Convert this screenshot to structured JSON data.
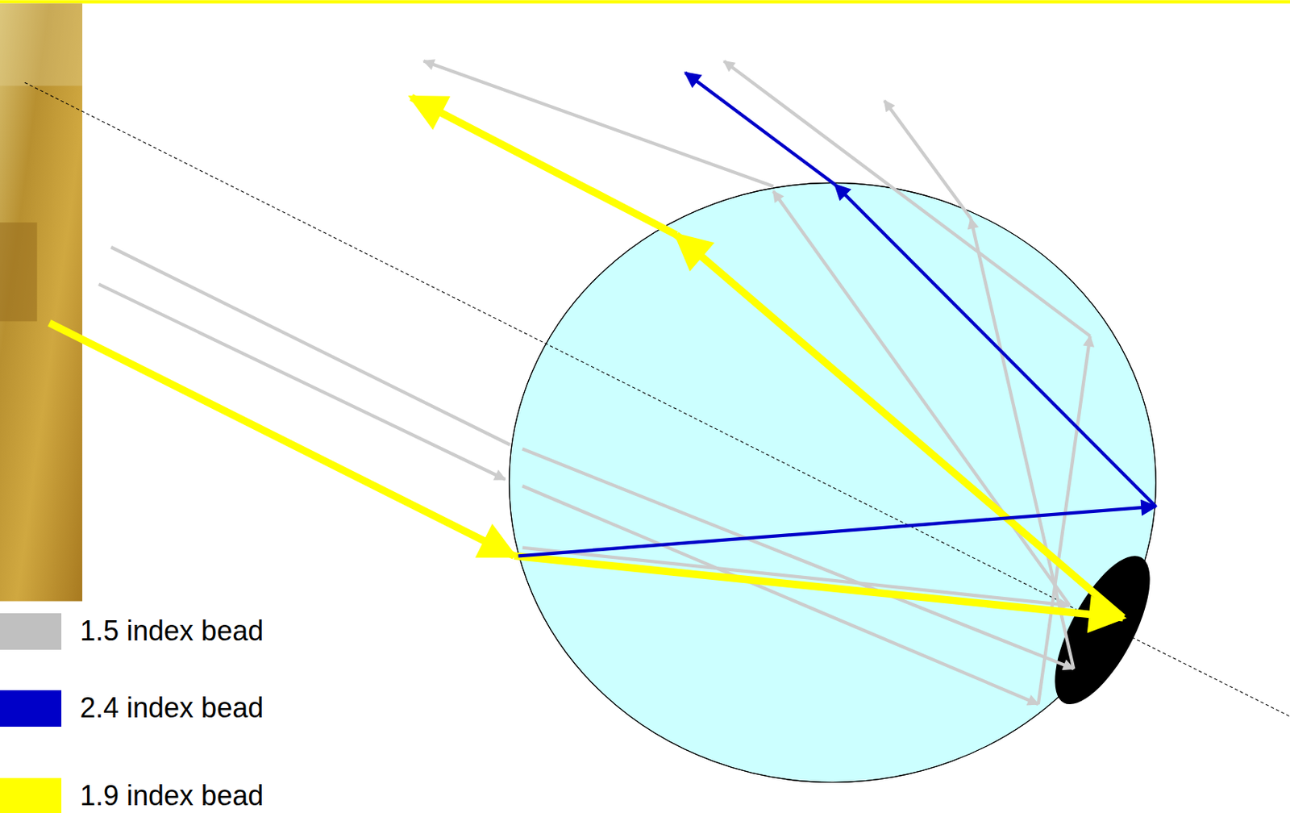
{
  "diagram": {
    "legend": [
      {
        "text": "1.5 index bead",
        "color": "#c0c0c0"
      },
      {
        "text": "2.4 index bead",
        "color": "#0000c8"
      },
      {
        "text": "1.9 index bead",
        "color": "#ffff00"
      }
    ]
  }
}
